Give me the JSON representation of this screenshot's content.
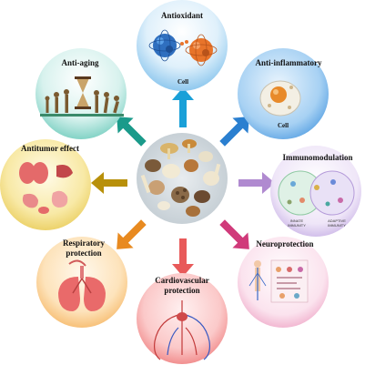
{
  "diagram": {
    "center": {
      "description_hidden": ""
    },
    "nodes": {
      "antioxidant": {
        "title": "Antioxidant",
        "caption": "Cell"
      },
      "anti_inflammatory": {
        "title": "Anti-inflammatory",
        "caption": "Cell"
      },
      "anti_aging": {
        "title": "Anti-aging"
      },
      "antitumor": {
        "title": "Antitumor effect"
      },
      "immunomodulation": {
        "title": "Immunomodulation",
        "innate": "INNATE\nIMMUNITY",
        "adaptive": "ADAPTIVE\nIMMUNITY"
      },
      "respiratory": {
        "title_line1": "Respiratory",
        "title_line2": "protection"
      },
      "cardiovascular": {
        "title_line1": "Cardiovascular",
        "title_line2": "protection"
      },
      "neuroprotection": {
        "title": "Neuroprotection"
      }
    },
    "colors": {
      "arrow_up": "#1aa0d8",
      "arrow_upleft": "#1a9a8a",
      "arrow_upright": "#2a7fd0",
      "arrow_left": "#b8900a",
      "arrow_right": "#b08ad0",
      "arrow_downleft": "#e88a20",
      "arrow_down": "#e85a5a",
      "arrow_downright": "#d03a7a"
    }
  }
}
